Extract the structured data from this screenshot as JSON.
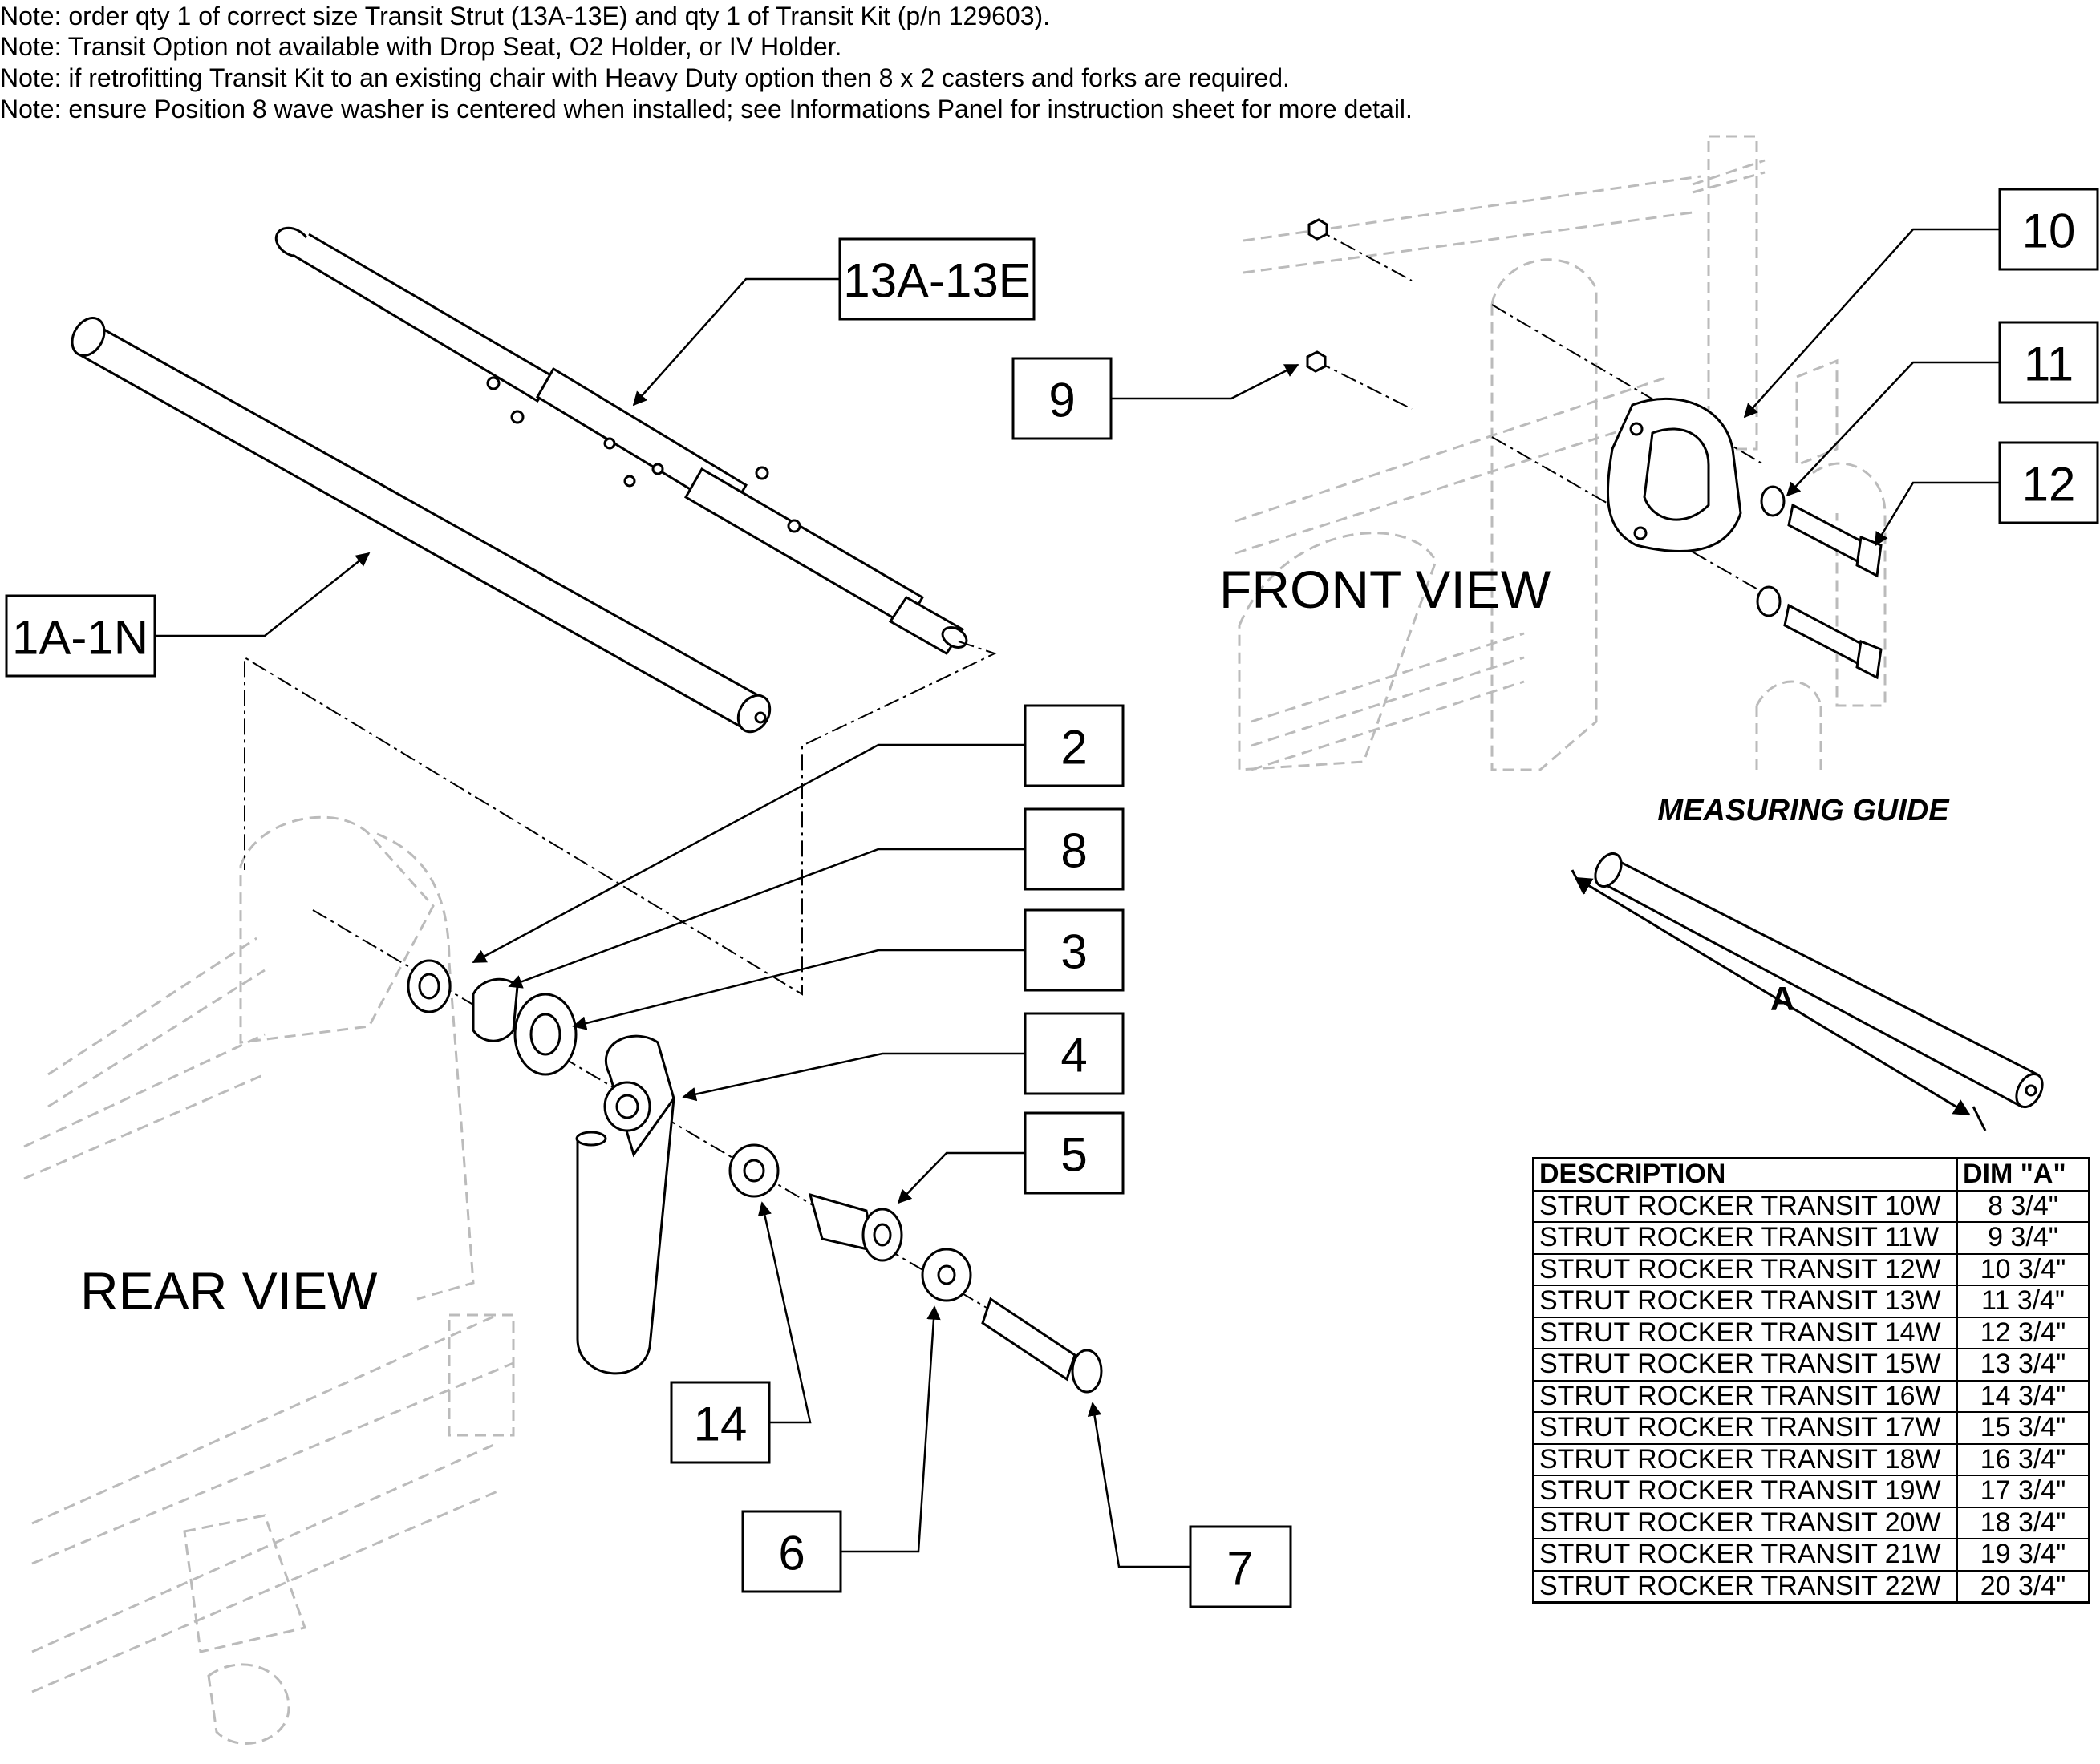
{
  "notes": [
    "Note: order qty 1 of correct size Transit Strut (13A-13E) and qty 1 of Transit Kit (p/n 129603).",
    "Note: Transit Option not available with Drop Seat, O2 Holder, or IV Holder.",
    "Note: if retrofitting Transit Kit to an existing chair with Heavy Duty option then 8 x 2 casters and forks are required.",
    "Note: ensure Position 8 wave washer is centered when installed; see Informations Panel for instruction sheet for more detail."
  ],
  "views": {
    "front": "FRONT VIEW",
    "rear": "REAR VIEW"
  },
  "callouts": {
    "c13": "13A-13E",
    "c1": "1A-1N",
    "c2": "2",
    "c8": "8",
    "c3": "3",
    "c4": "4",
    "c5": "5",
    "c14": "14",
    "c6": "6",
    "c7": "7",
    "c9": "9",
    "c10": "10",
    "c11": "11",
    "c12": "12"
  },
  "measuring_guide": {
    "title": "MEASURING GUIDE",
    "dimension_label": "A"
  },
  "table": {
    "headers": [
      "DESCRIPTION",
      "DIM \"A\""
    ],
    "rows": [
      [
        "STRUT ROCKER TRANSIT 10W",
        "8 3/4\""
      ],
      [
        "STRUT ROCKER TRANSIT 11W",
        "9 3/4\""
      ],
      [
        "STRUT ROCKER TRANSIT 12W",
        "10 3/4\""
      ],
      [
        "STRUT ROCKER TRANSIT 13W",
        "11 3/4\""
      ],
      [
        "STRUT ROCKER TRANSIT 14W",
        "12 3/4\""
      ],
      [
        "STRUT ROCKER TRANSIT 15W",
        "13 3/4\""
      ],
      [
        "STRUT ROCKER TRANSIT 16W",
        "14 3/4\""
      ],
      [
        "STRUT ROCKER TRANSIT 17W",
        "15 3/4\""
      ],
      [
        "STRUT ROCKER TRANSIT 18W",
        "16 3/4\""
      ],
      [
        "STRUT ROCKER TRANSIT 19W",
        "17 3/4\""
      ],
      [
        "STRUT ROCKER TRANSIT 20W",
        "18 3/4\""
      ],
      [
        "STRUT ROCKER TRANSIT 21W",
        "19 3/4\""
      ],
      [
        "STRUT ROCKER TRANSIT 22W",
        "20 3/4\""
      ]
    ]
  }
}
